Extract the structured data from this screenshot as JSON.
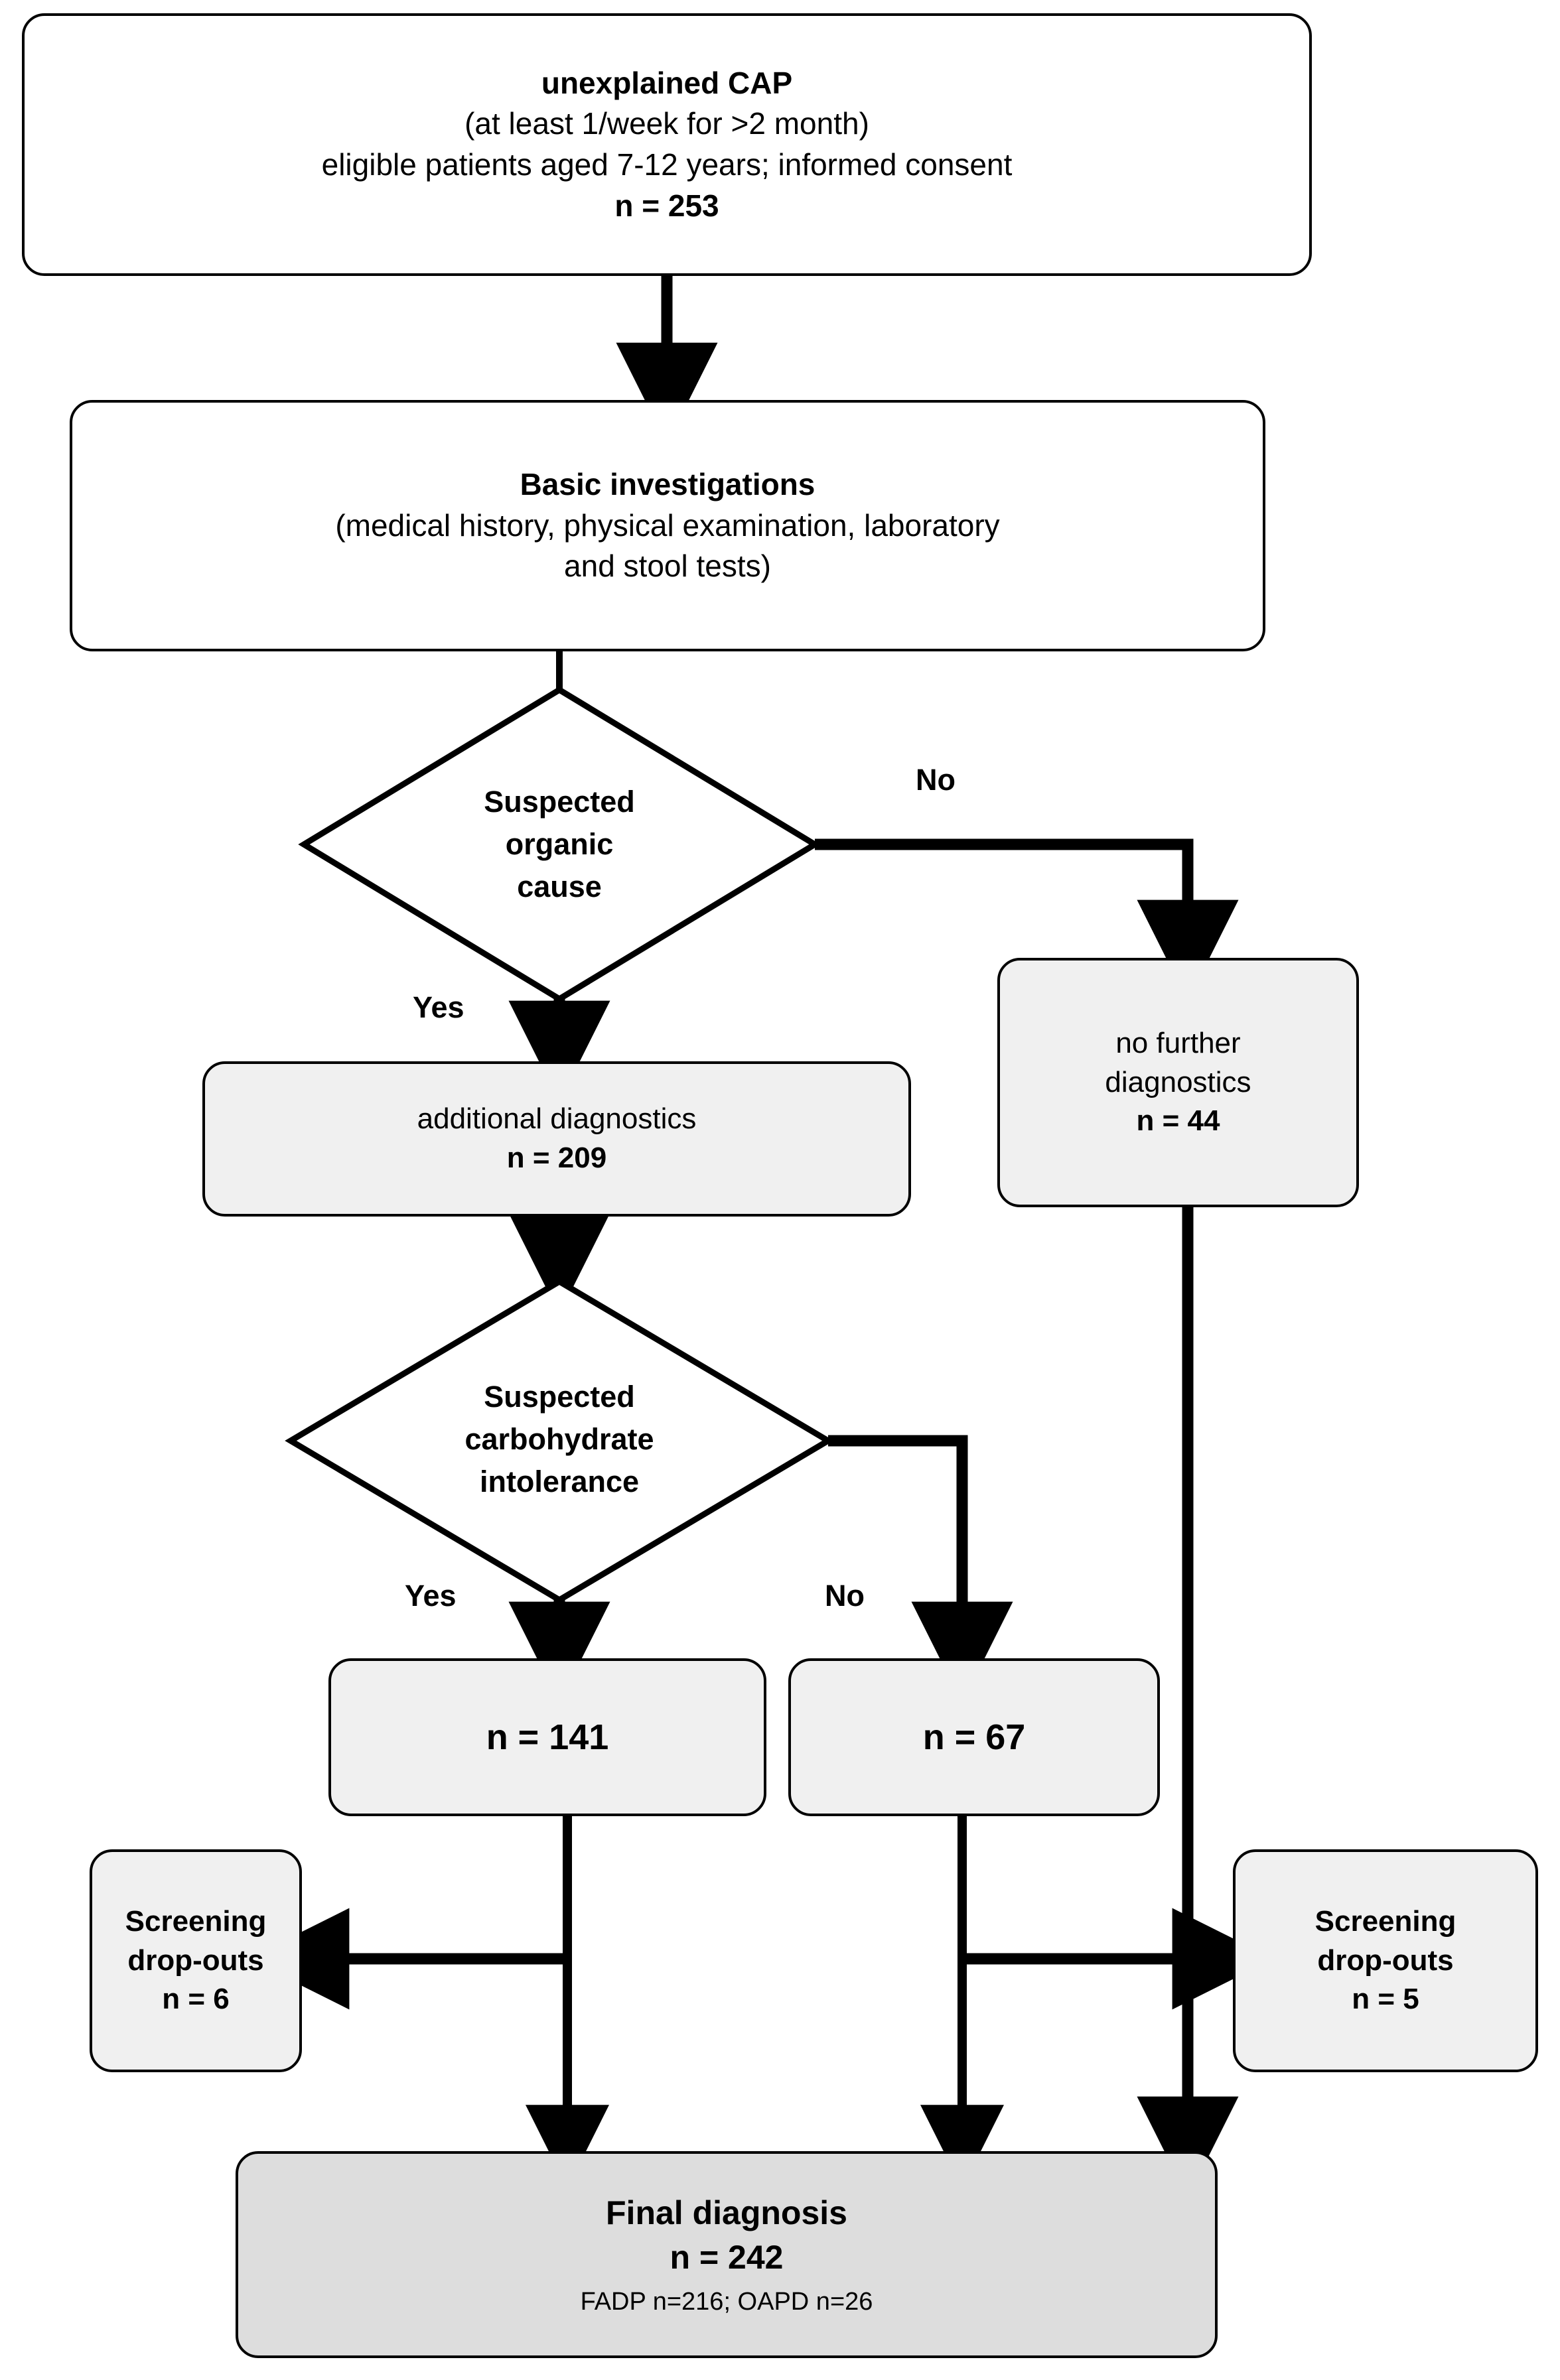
{
  "diagram": {
    "title": "unexplained CAP patient flow",
    "colors": {
      "stroke": "#000000",
      "box_fill_white": "#ffffff",
      "box_fill_light": "#f0f0f0",
      "box_fill_grey": "#dddddd",
      "text": "#000000"
    }
  },
  "nodes": {
    "enrollment": {
      "line1": "unexplained CAP",
      "line2": "(at least 1/week for >2 month)",
      "line3": "eligible patients aged 7-12 years; informed consent",
      "line4": "n = 253"
    },
    "basic_investigations": {
      "line1": "Basic investigations",
      "line2": "(medical history, physical examination, laboratory",
      "line3": "and stool tests)"
    },
    "decision_organic": {
      "line1": "Suspected",
      "line2": "organic",
      "line3": "cause"
    },
    "additional_diagnostics": {
      "line1": "additional diagnostics",
      "line2": "n = 209"
    },
    "no_further_diagnostics": {
      "line1": "no further",
      "line2": "diagnostics",
      "line3": "n = 44"
    },
    "decision_carbohydrate": {
      "line1": "Suspected",
      "line2": "carbohydrate",
      "line3": "intolerance"
    },
    "carb_yes": {
      "line1": "n = 141"
    },
    "carb_no": {
      "line1": "n = 67"
    },
    "dropouts_left": {
      "line1": "Screening",
      "line2": "drop-outs",
      "line3": "n = 6"
    },
    "dropouts_right": {
      "line1": "Screening",
      "line2": "drop-outs",
      "line3": "n = 5"
    },
    "final_diagnosis": {
      "line1": "Final diagnosis",
      "line2": "n = 242",
      "line3": "FADP n=216; OAPD n=26"
    }
  },
  "edge_labels": {
    "organic_no": "No",
    "organic_yes": "Yes",
    "carb_yes": "Yes",
    "carb_no": "No"
  }
}
